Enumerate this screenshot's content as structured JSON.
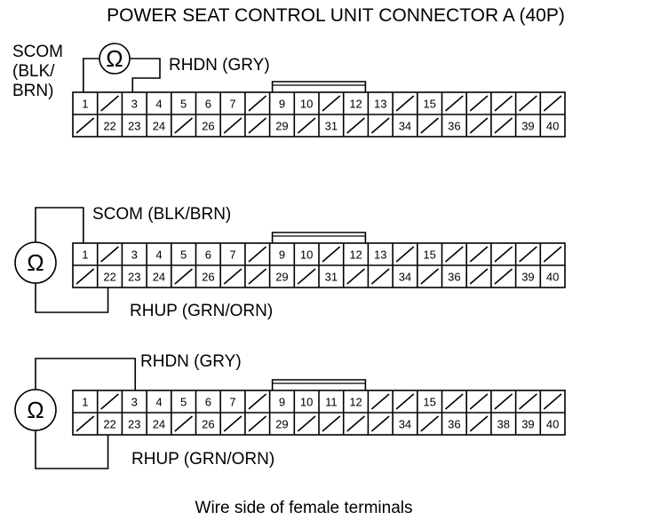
{
  "title": "POWER SEAT CONTROL UNIT CONNECTOR A (40P)",
  "caption": "Wire side of female terminals",
  "meter_symbol": "Ω",
  "connectors": [
    {
      "top_row": [
        "1",
        "",
        "3",
        "4",
        "5",
        "6",
        "7",
        "",
        "9",
        "10",
        "",
        "12",
        "13",
        "",
        "15",
        "",
        "",
        "",
        "",
        ""
      ],
      "bottom_row": [
        "",
        "22",
        "23",
        "24",
        "",
        "26",
        "",
        "",
        "29",
        "",
        "31",
        "",
        "",
        "34",
        "",
        "36",
        "",
        "",
        "39",
        "40"
      ],
      "probe_a": {
        "pin": "1",
        "label": [
          "SCOM",
          "(BLK/",
          "BRN)"
        ]
      },
      "probe_b": {
        "pin": "3",
        "label": [
          "RHDN (GRY)"
        ]
      }
    },
    {
      "top_row": [
        "1",
        "",
        "3",
        "4",
        "5",
        "6",
        "7",
        "",
        "9",
        "10",
        "",
        "12",
        "13",
        "",
        "15",
        "",
        "",
        "",
        "",
        ""
      ],
      "bottom_row": [
        "",
        "22",
        "23",
        "24",
        "",
        "26",
        "",
        "",
        "29",
        "",
        "31",
        "",
        "",
        "34",
        "",
        "36",
        "",
        "",
        "39",
        "40"
      ],
      "probe_a": {
        "pin": "1",
        "label": [
          "SCOM (BLK/BRN)"
        ]
      },
      "probe_b": {
        "pin": "22",
        "label": [
          "RHUP (GRN/ORN)"
        ]
      }
    },
    {
      "top_row": [
        "1",
        "",
        "3",
        "4",
        "5",
        "6",
        "7",
        "",
        "9",
        "10",
        "11",
        "12",
        "",
        "",
        "15",
        "",
        "",
        "",
        "",
        ""
      ],
      "bottom_row": [
        "",
        "22",
        "23",
        "24",
        "",
        "26",
        "",
        "",
        "29",
        "",
        "",
        "",
        "",
        "34",
        "",
        "36",
        "",
        "38",
        "39",
        "40"
      ],
      "probe_a": {
        "pin": "3",
        "label": [
          "RHDN (GRY)"
        ]
      },
      "probe_b": {
        "pin": "22",
        "label": [
          "RHUP (GRN/ORN)"
        ]
      }
    }
  ]
}
